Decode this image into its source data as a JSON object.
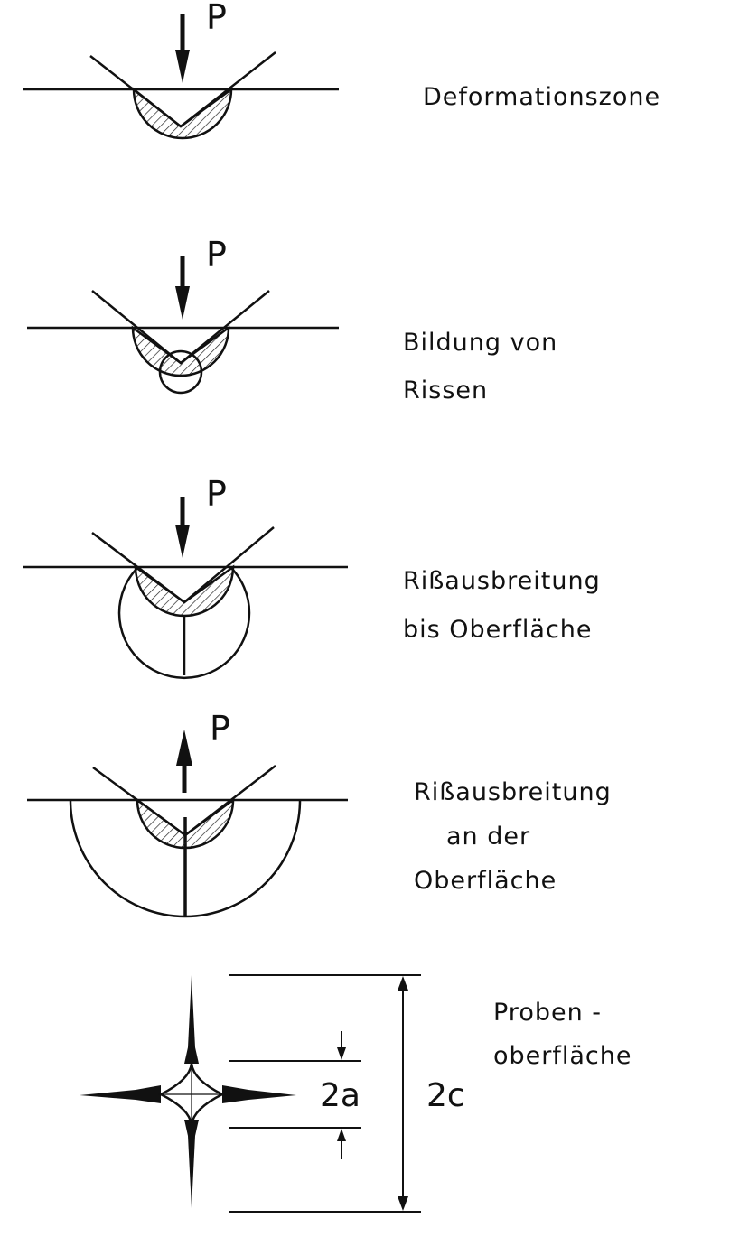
{
  "stages": [
    {
      "force_label": "P",
      "label_lines": [
        "Deformationszone"
      ]
    },
    {
      "force_label": "P",
      "label_lines": [
        "Bildung von",
        "Rissen"
      ]
    },
    {
      "force_label": "P",
      "label_lines": [
        "Rißausbreitung",
        "bis Oberfläche"
      ]
    },
    {
      "force_label": "P",
      "label_lines": [
        "Rißausbreitung",
        "an der",
        "Oberfläche"
      ]
    }
  ],
  "surface_view": {
    "label_lines": [
      "Proben -",
      "oberfläche"
    ],
    "inner_dimension": "2a",
    "outer_dimension": "2c"
  }
}
